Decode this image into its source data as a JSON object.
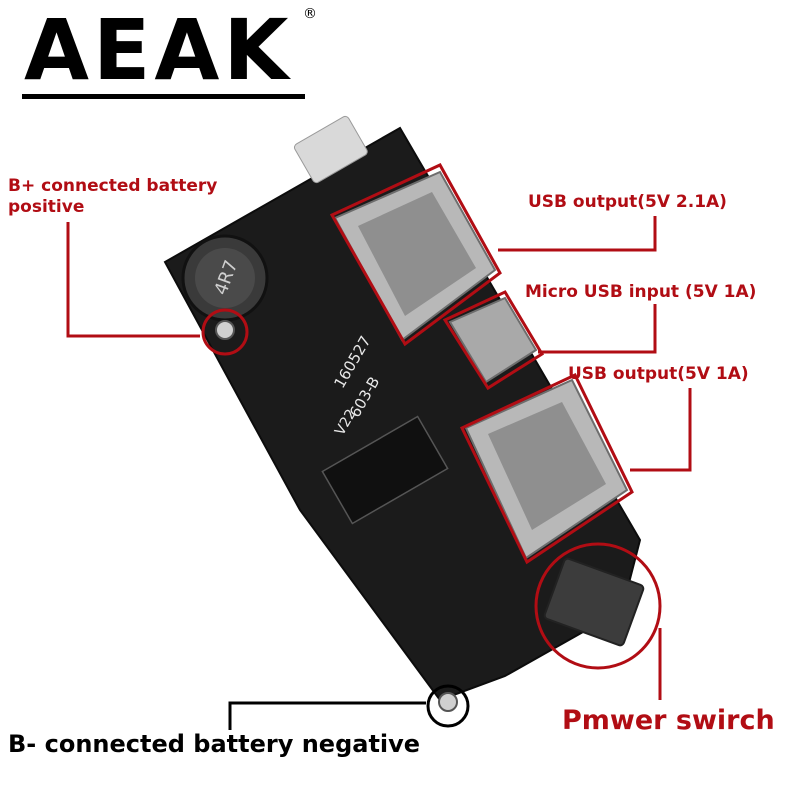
{
  "brand": {
    "name": "AEAK",
    "mark": "®"
  },
  "labels": {
    "b_plus": "B+ connected battery positive",
    "usb_21": "USB output(5V 2.1A)",
    "micro_usb": "Micro USB input (5V 1A)",
    "usb_1": "USB output(5V 1A)",
    "power_switch": "Pmwer swirch",
    "b_minus": "B- connected battery negative"
  },
  "board_markings": {
    "inductor": "4R7",
    "model": "160527",
    "code": "603-B",
    "version": "V22"
  },
  "colors": {
    "callout": "#b10d14",
    "board": "#1b1b1b",
    "text": "#000000"
  }
}
